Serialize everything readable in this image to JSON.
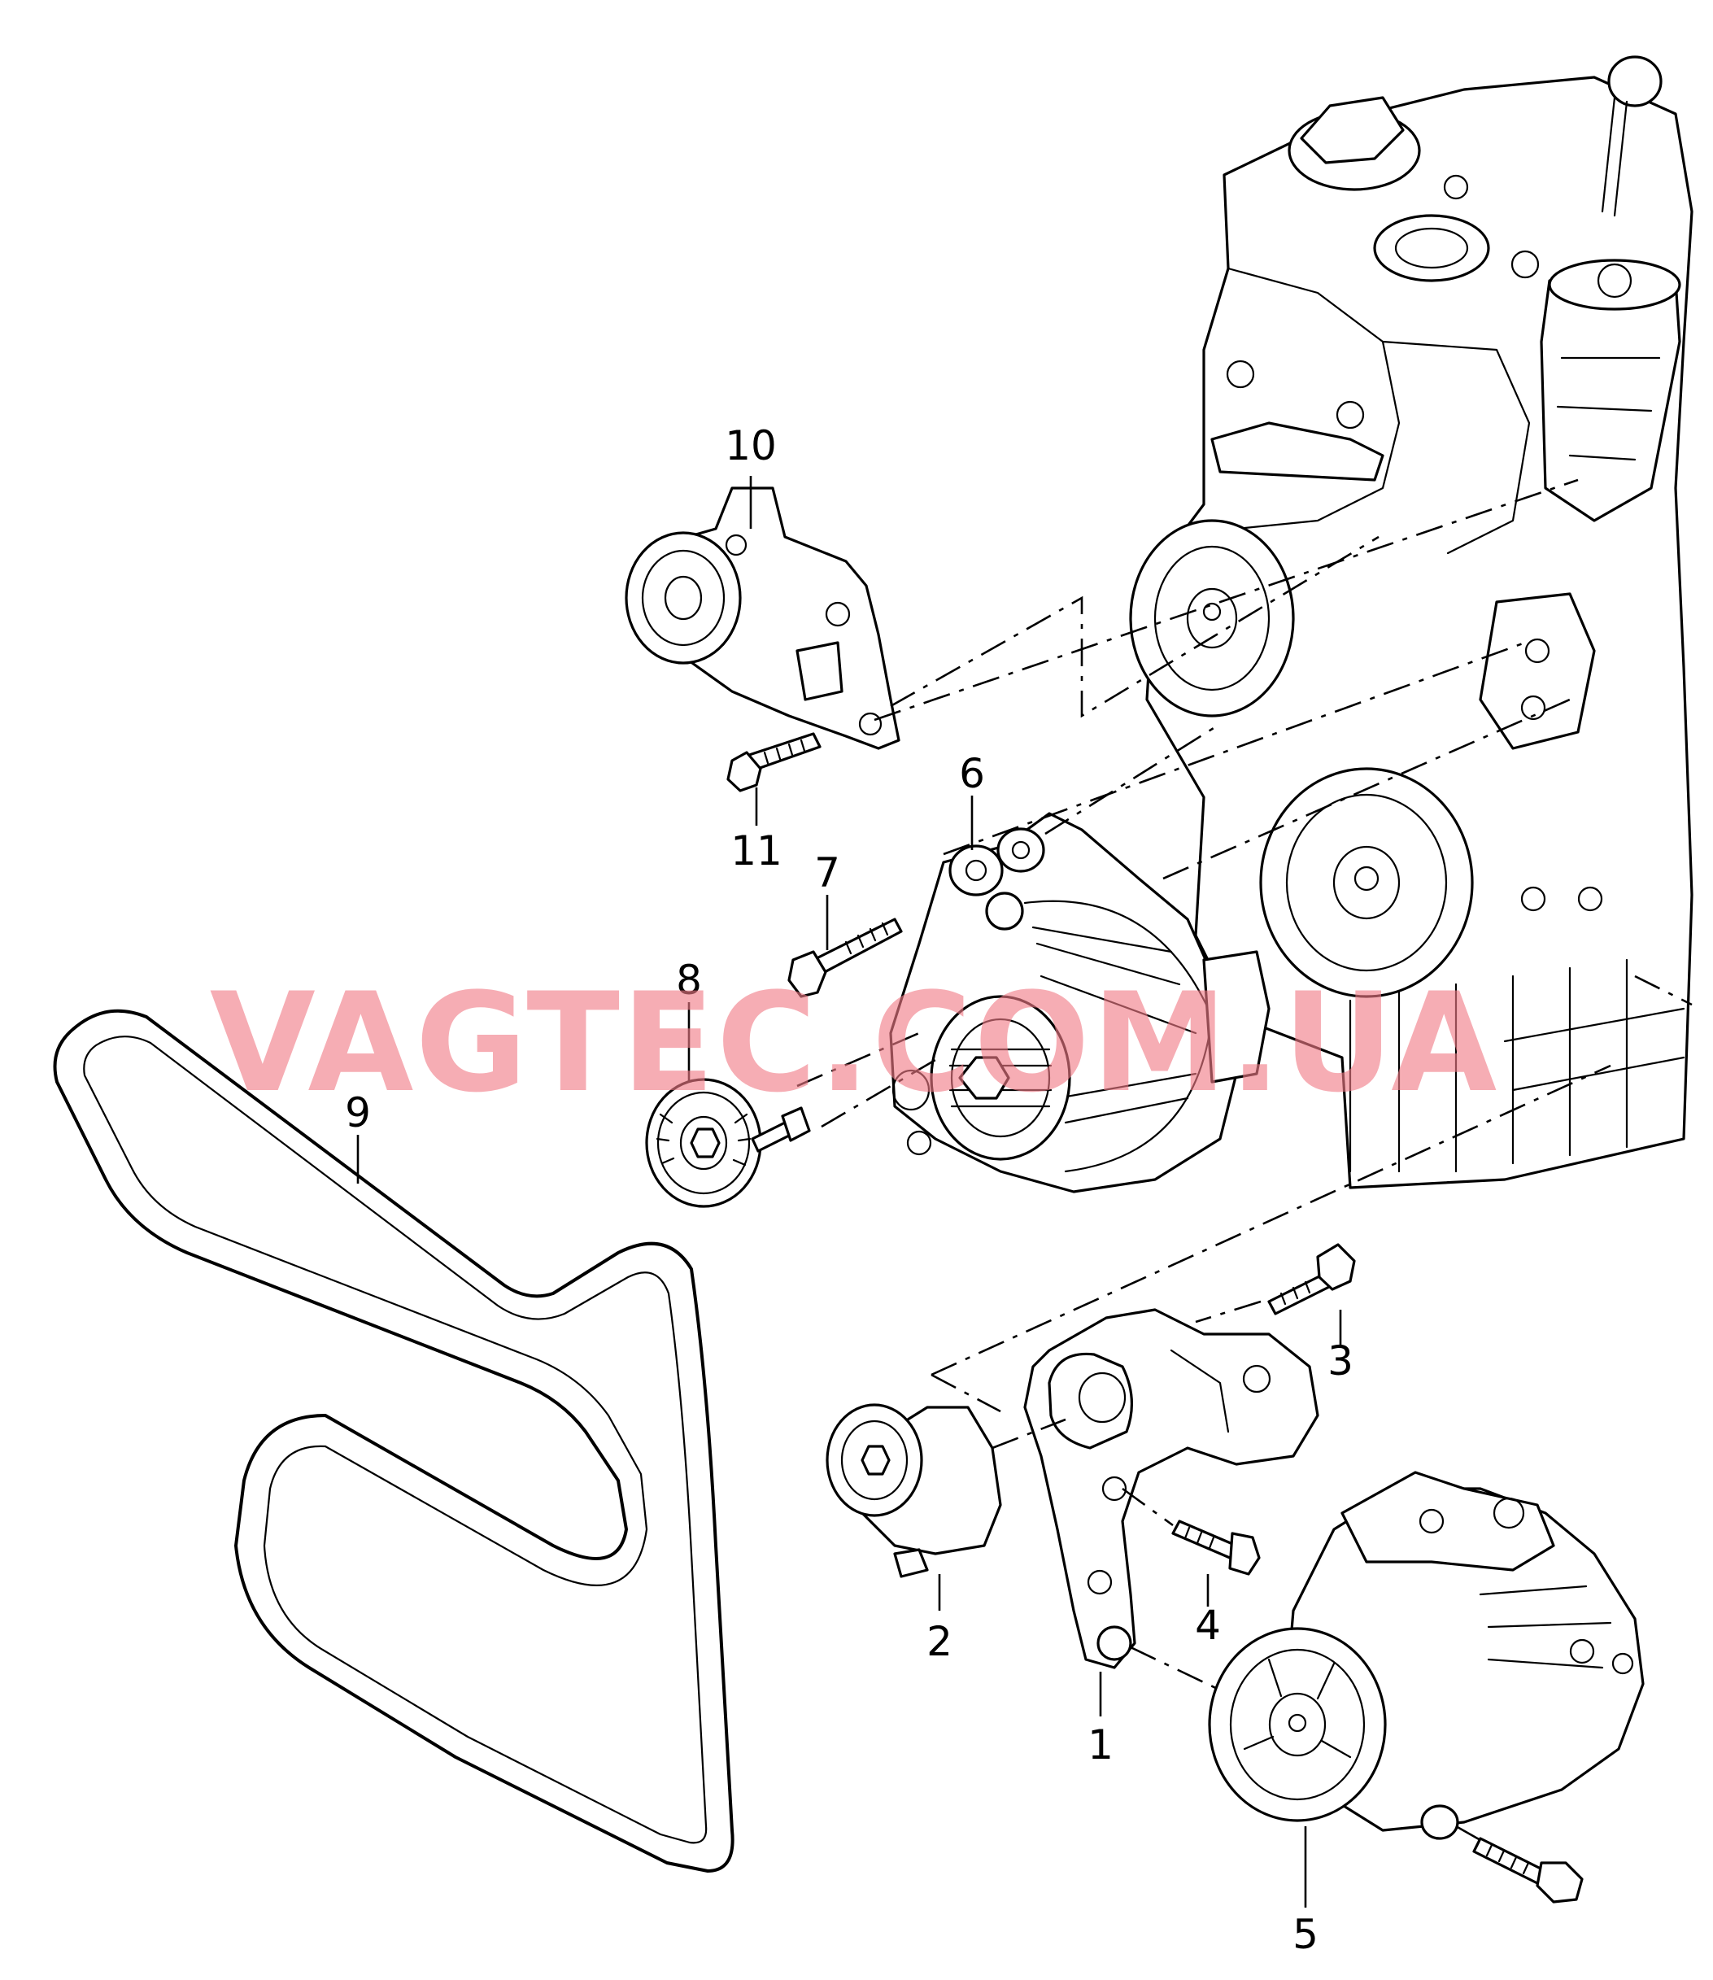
{
  "watermark": "VAGTEC.COM.UA",
  "callouts": {
    "c1": "1",
    "c2": "2",
    "c3": "3",
    "c4": "4",
    "c5": "5",
    "c6": "6",
    "c7": "7",
    "c8": "8",
    "c9": "9",
    "c10": "10",
    "c11": "11"
  }
}
